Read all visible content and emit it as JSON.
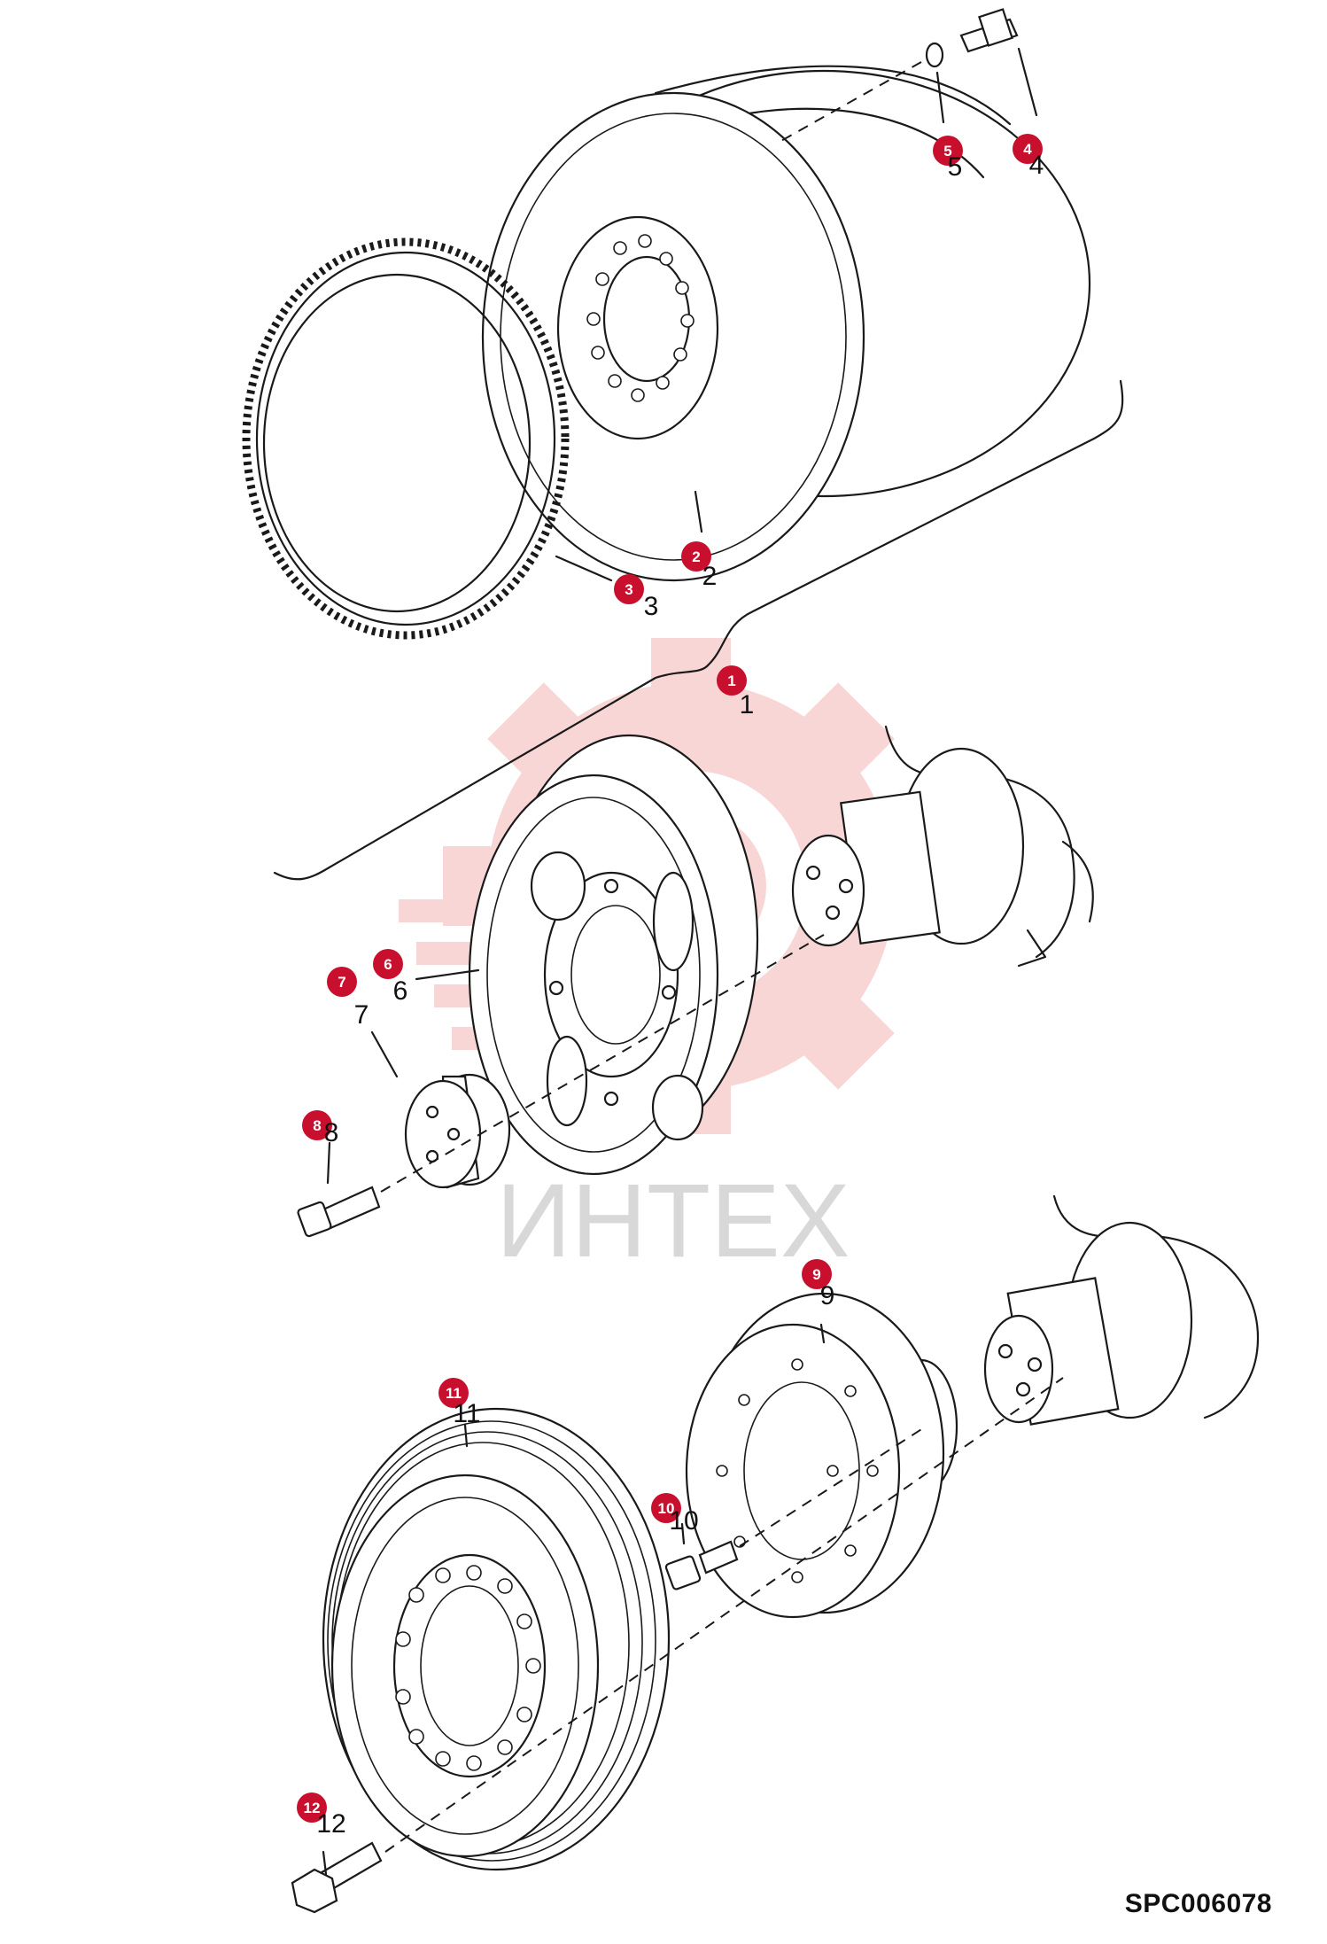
{
  "drawing_code": "SPC006078",
  "watermark_text": "ИНТЕХ",
  "badge_color": "#c8102e",
  "callouts": [
    {
      "id": "callout-1",
      "badge": "1",
      "label": "1"
    },
    {
      "id": "callout-2",
      "badge": "2",
      "label": "2"
    },
    {
      "id": "callout-3",
      "badge": "3",
      "label": "3"
    },
    {
      "id": "callout-4",
      "badge": "4",
      "label": "4"
    },
    {
      "id": "callout-5",
      "badge": "5",
      "label": "5"
    },
    {
      "id": "callout-6",
      "badge": "6",
      "label": "6"
    },
    {
      "id": "callout-7",
      "badge": "7",
      "label": "7"
    },
    {
      "id": "callout-8",
      "badge": "8",
      "label": "8"
    },
    {
      "id": "callout-9",
      "badge": "9",
      "label": "9"
    },
    {
      "id": "callout-10",
      "badge": "10",
      "label": "10"
    },
    {
      "id": "callout-11",
      "badge": "11",
      "label": "11"
    },
    {
      "id": "callout-12",
      "badge": "12",
      "label": "12"
    }
  ]
}
